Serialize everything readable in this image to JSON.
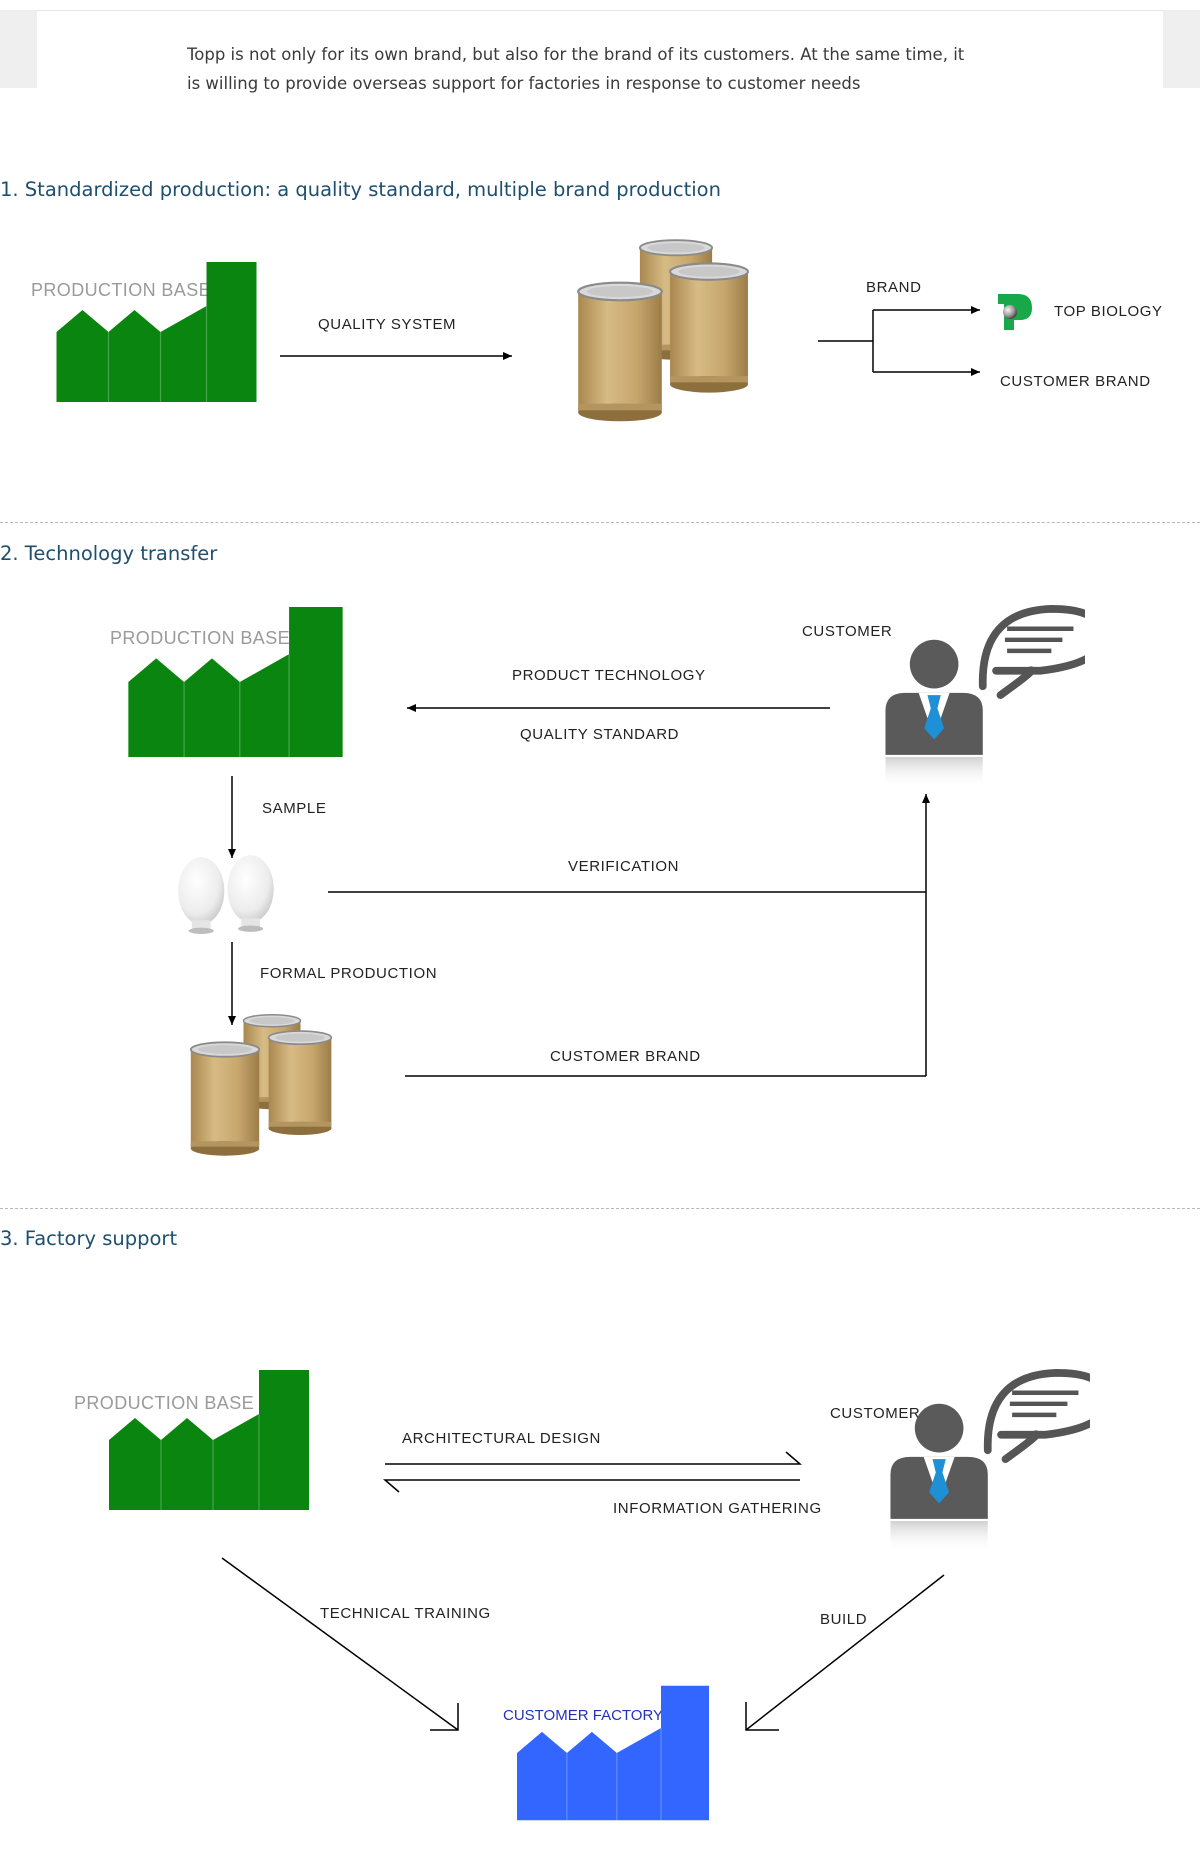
{
  "intro": {
    "line1": "Topp is not only for its own brand, but also for the brand of its customers. At the same time, it",
    "line2": "is willing to provide overseas support for factories in response to customer needs"
  },
  "section1": {
    "title": "1. Standardized production: a quality standard, multiple brand production",
    "production_base": "PRODUCTION BASE",
    "quality_system": "QUALITY SYSTEM",
    "brand": "BRAND",
    "top_biology": "TOP BIOLOGY",
    "customer_brand": "CUSTOMER BRAND"
  },
  "section2": {
    "title": "2. Technology transfer",
    "production_base": "PRODUCTION BASE",
    "customer": "CUSTOMER",
    "product_technology": "PRODUCT TECHNOLOGY",
    "quality_standard": "QUALITY STANDARD",
    "sample": "SAMPLE",
    "verification": "VERIFICATION",
    "formal_production": "FORMAL PRODUCTION",
    "customer_brand": "CUSTOMER BRAND"
  },
  "section3": {
    "title": "3. Factory support",
    "production_base": "PRODUCTION BASE",
    "customer": "CUSTOMER",
    "architectural_design": "ARCHITECTURAL DESIGN",
    "information_gathering": "INFORMATION GATHERING",
    "technical_training": "TECHNICAL TRAINING",
    "build": "BUILD",
    "customer_factory": "CUSTOMER FACTORY"
  },
  "colors": {
    "factory_green": "#0a850f",
    "factory_blue": "#3366ff",
    "title_blue": "#1e4f6e",
    "drum": "#c4a46c",
    "person": "#5a5a5a",
    "tie": "#1e90d6"
  },
  "icons": [
    "factory-icon",
    "drum-icon",
    "powder-icon",
    "customer-icon",
    "topp-logo"
  ]
}
